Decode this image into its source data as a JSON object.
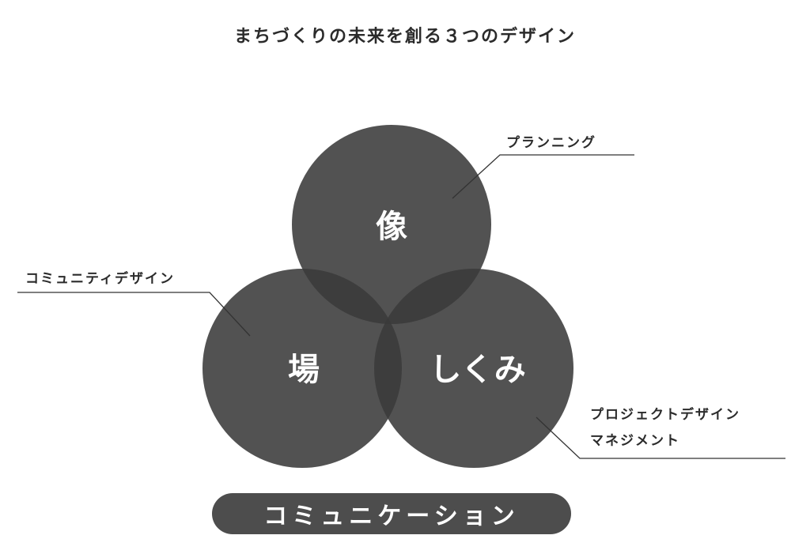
{
  "title": "まちづくりの未来を創る３つのデザイン",
  "circles": {
    "top": {
      "label": "像"
    },
    "left": {
      "label": "場"
    },
    "right": {
      "label": "しくみ"
    }
  },
  "callouts": {
    "planning": "プランニング",
    "community": "コミュニティデザイン",
    "project_line1": "プロジェクトデザイン",
    "project_line2": "マネジメント"
  },
  "footer": {
    "label": "コミュニケーション"
  },
  "colors": {
    "circle_fill": "#3a3a3a",
    "pill_fill": "#4d4d4d",
    "text": "#2b2b2b",
    "line": "#333333"
  }
}
